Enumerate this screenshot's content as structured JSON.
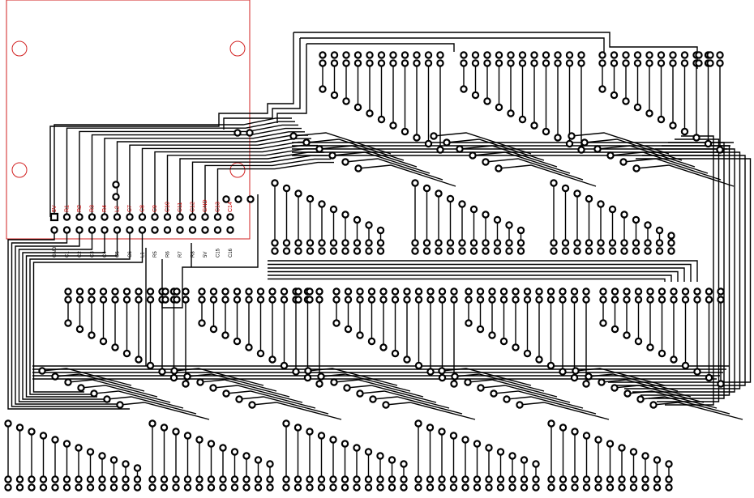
{
  "connector": {
    "top_labels": [
      "5V",
      "R1",
      "R2",
      "R3",
      "R4",
      "L2",
      "C7",
      "C8",
      "C9",
      "C10",
      "C11",
      "C12",
      "GND",
      "C13",
      "C14"
    ],
    "bottom_labels": [
      "GND",
      "C1",
      "C2",
      "C3",
      "C4",
      "C5",
      "C6",
      "L1",
      "R5",
      "R6",
      "R7",
      "R8",
      "5V",
      "C15",
      "C16"
    ]
  },
  "colors": {
    "trace": "#000000",
    "outline": "#d22020",
    "pad_ring": "#000000",
    "background": "#ffffff"
  }
}
